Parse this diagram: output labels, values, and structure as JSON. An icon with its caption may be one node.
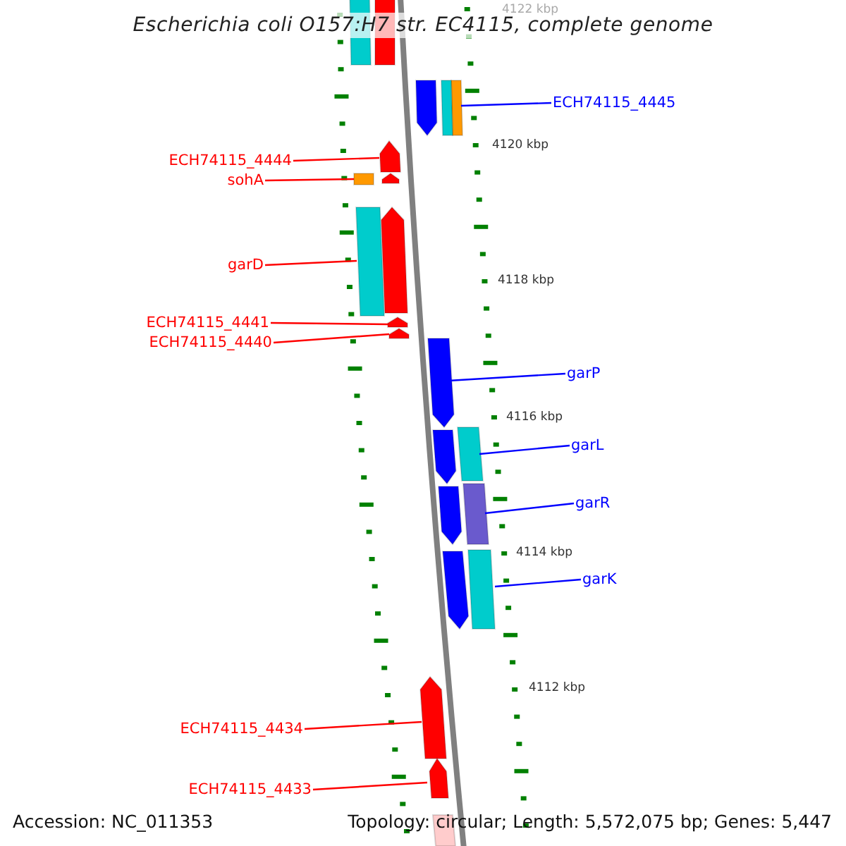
{
  "diagram": {
    "title": "Escherichia coli O157:H7 str. EC4115, complete genome",
    "nodes": [
      {
        "text": [
          "ECH74115_4445"
        ]
      },
      {
        "text": [],
        "shape": "bar"
      },
      {
        "text": [
          "ECH74115_4444"
        ]
      },
      {
        "text": [],
        "shape": "arrow"
      },
      {
        "text": [
          "sohA"
        ]
      },
      {
        "text": [],
        "shape": "bar"
      },
      {
        "text": [
          "garD"
        ]
      },
      {
        "text": [],
        "shape": "bar"
      },
      {
        "text": [
          "ECH74115_4441"
        ]
      },
      {
        "text": [],
        "shape": "arrow"
      },
      {
        "text": [
          "ECH74115_4440"
        ]
      },
      {
        "text": [],
        "shape": "arrow"
      },
      {
        "text": [
          "garP"
        ]
      },
      {
        "text": [],
        "shape": "arrow"
      },
      {
        "text": [
          "garL"
        ]
      },
      {
        "text": [],
        "shape": "bar"
      },
      {
        "text": [
          "garR"
        ]
      },
      {
        "text": [],
        "shape": "bar"
      },
      {
        "text": [
          "garK"
        ]
      },
      {
        "text": [],
        "shape": "bar"
      },
      {
        "text": [
          "ECH74115_4434"
        ]
      },
      {
        "text": [],
        "shape": "arrow"
      },
      {
        "text": [
          "ECH74115_4433"
        ]
      },
      {
        "text": [],
        "shape": "arrow"
      },
      {
        "text": [],
        "shape": "bar"
      },
      {
        "text": [],
        "shape": "bar"
      },
      {
        "text": [],
        "shape": "arrow"
      },
      {
        "text": [],
        "shape": "bar"
      },
      {
        "text": [],
        "shape": "arrow"
      },
      {
        "text": [],
        "shape": "arrow"
      },
      {
        "text": [],
        "shape": "arrow"
      },
      {
        "text": [],
        "shape": "arrow"
      },
      {
        "text": [],
        "shape": "arrow"
      },
      {
        "text": [],
        "shape": "bar"
      }
    ],
    "edges": [
      {
        "from": 0,
        "to": 1,
        "arrow": "none",
        "color": "#0000ff"
      },
      {
        "from": 2,
        "to": 3,
        "arrow": "none"
      },
      {
        "from": 4,
        "to": 5,
        "arrow": "none"
      },
      {
        "from": 6,
        "to": 7,
        "arrow": "none"
      },
      {
        "from": 8,
        "to": 9,
        "arrow": "none"
      },
      {
        "from": 10,
        "to": 11,
        "arrow": "none"
      },
      {
        "from": 12,
        "to": 13,
        "arrow": "none",
        "color": "#0000ff"
      },
      {
        "from": 14,
        "to": 15,
        "arrow": "none",
        "color": "#0000ff"
      },
      {
        "from": 16,
        "to": 17,
        "arrow": "none",
        "color": "#0000ff"
      },
      {
        "from": 18,
        "to": 19,
        "arrow": "none",
        "color": "#0000ff"
      },
      {
        "from": 20,
        "to": 21,
        "arrow": "none"
      },
      {
        "from": 22,
        "to": 23,
        "arrow": "none"
      }
    ],
    "labels": [
      "4122 kbp",
      "4120 kbp",
      "4118 kbp",
      "4116 kbp",
      "4114 kbp",
      "4112 kbp",
      "Accession: NC_011353",
      "Topology: circular; Length: 5,572,075 bp; Genes: 5,447"
    ]
  }
}
